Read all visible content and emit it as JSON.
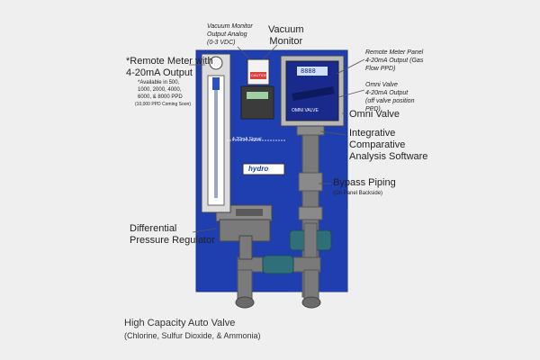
{
  "diagram": {
    "callouts": {
      "remote_meter": "*Remote Meter with\n4-20mA Output",
      "availability": "*Available in 500,\n1000, 2000, 4000,\n6000, & 8000 PPD",
      "availability_note": "(10,000 PPD Coming Soon)",
      "vacuum_monitor_output": "Vacuum Monitor\nOutput Analog\n(0-3 VDC)",
      "vacuum_monitor": "Vacuum\nMonitor",
      "remote_meter_panel": "Remote Meter Panel\n4-20mA Output (Gas\nFlow PPD)",
      "omni_valve_output": "Omni Valve\n4-20mA Output\n(off valve position\nPPD)",
      "omni_valve": "Omni Valve",
      "integrative": "Integrative\nComparative\nAnalysis Software",
      "signal_label": "4-20mA Signal",
      "bypass_piping": "Bypass Piping",
      "bypass_note": "(On Panel Backside)",
      "differential": "Differential\nPressure Regulator"
    },
    "controller": {
      "display": "8888",
      "name": "OMNI VALVE"
    },
    "vacuum_device": {
      "label": "CAUTION"
    },
    "logo": "hydro",
    "caption_title": "High Capacity Auto Valve",
    "caption_sub": "(Chlorine, Sulfur Dioxide, & Ammonia)",
    "colors": {
      "panel": "#1f3fb0",
      "pipe": "#6f6f6f",
      "valve": "#2f6f7a",
      "background": "#efefef"
    }
  }
}
